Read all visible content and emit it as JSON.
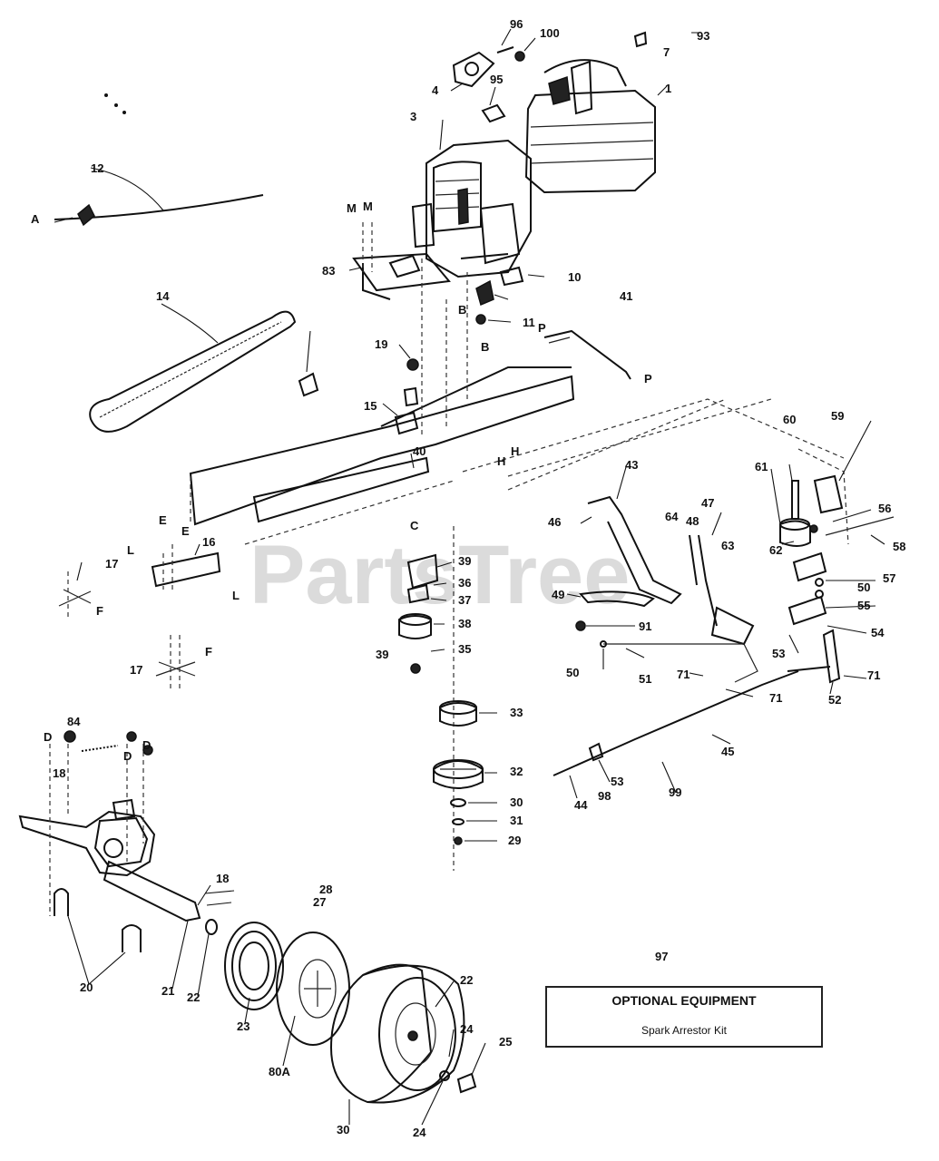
{
  "watermark": "PartsTree",
  "callouts": [
    "1",
    "3",
    "4",
    "7",
    "10",
    "11",
    "12",
    "14",
    "15",
    "16",
    "17",
    "17",
    "18",
    "18",
    "19",
    "20",
    "21",
    "22",
    "22",
    "23",
    "24",
    "24",
    "25",
    "27",
    "28",
    "29",
    "30",
    "30",
    "31",
    "32",
    "33",
    "35",
    "36",
    "37",
    "38",
    "39",
    "39",
    "40",
    "41",
    "43",
    "44",
    "45",
    "46",
    "47",
    "48",
    "49",
    "50",
    "50",
    "51",
    "52",
    "53",
    "53",
    "54",
    "55",
    "56",
    "57",
    "58",
    "59",
    "60",
    "61",
    "62",
    "63",
    "64",
    "71",
    "71",
    "71",
    "80A",
    "83",
    "84",
    "91",
    "93",
    "95",
    "96",
    "98",
    "99",
    "100",
    "A",
    "B",
    "B",
    "C",
    "D",
    "D",
    "D",
    "E",
    "E",
    "F",
    "F",
    "H",
    "H",
    "L",
    "L",
    "M",
    "M",
    "P",
    "P"
  ],
  "optional_equipment": {
    "callout": "97",
    "title": "OPTIONAL EQUIPMENT",
    "item": "Spark Arrestor Kit"
  }
}
